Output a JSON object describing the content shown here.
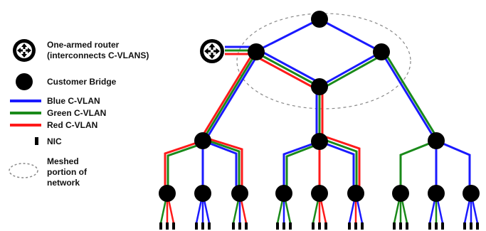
{
  "legend": {
    "router_label_line1": "One-armed router",
    "router_label_line2": "(interconnects C-VLANS)",
    "bridge_label": "Customer Bridge",
    "blue_label": "Blue C-VLAN",
    "green_label": "Green C-VLAN",
    "red_label": "Red C-VLAN",
    "nic_label": "NIC",
    "meshed_label_line1": "Meshed",
    "meshed_label_line2": "portion of",
    "meshed_label_line3": "network"
  },
  "colors": {
    "blue": "#1a1aff",
    "green": "#1a8a1a",
    "red": "#ff1a1a",
    "node": "#000000",
    "mesh_outline": "#888888"
  },
  "icons": {
    "router": "router-four-arrows-icon",
    "bridge": "filled-circle-icon",
    "nic": "small-black-rectangle-icon"
  }
}
